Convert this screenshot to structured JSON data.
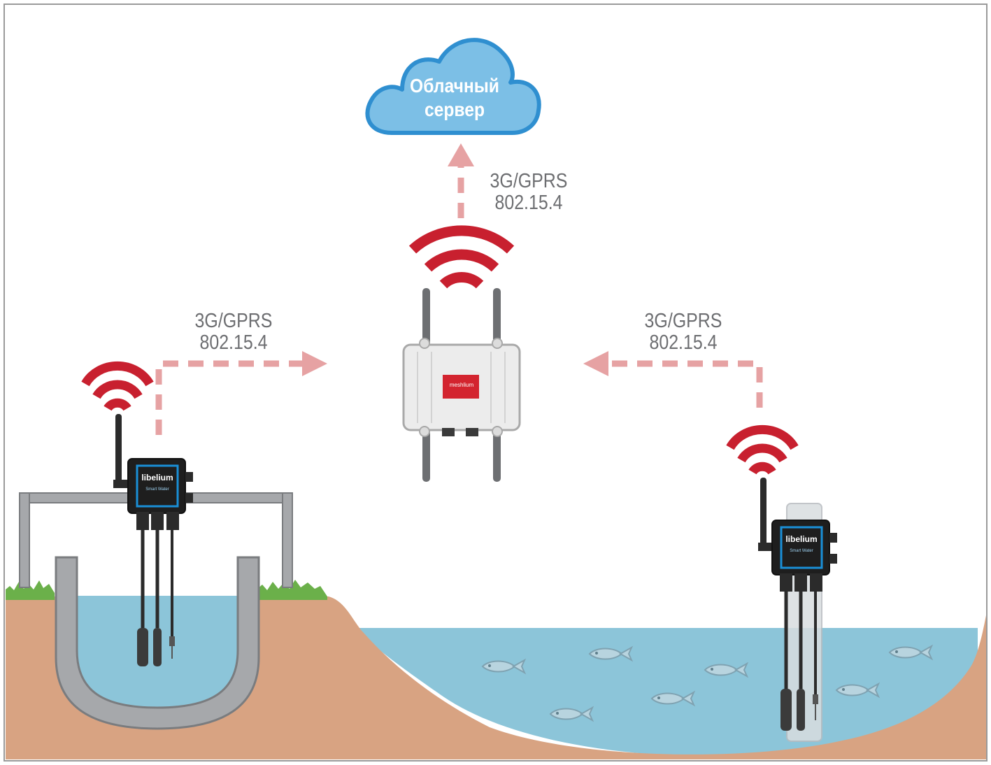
{
  "cloud": {
    "label_line1": "Облачный",
    "label_line2": "сервер",
    "fill": "#7cbfe6",
    "stroke": "#2f8fd0"
  },
  "links": {
    "gateway_to_cloud": {
      "line1": "3G/GPRS",
      "line2": "802.15.4"
    },
    "left_node_to_gateway": {
      "line1": "3G/GPRS",
      "line2": "802.15.4"
    },
    "right_node_to_gateway": {
      "line1": "3G/GPRS",
      "line2": "802.15.4"
    }
  },
  "gateway": {
    "brand": "meshlium"
  },
  "nodes": {
    "left": {
      "brand": "libelium",
      "product": "Smart Water"
    },
    "right": {
      "brand": "libelium",
      "product": "Smart Water"
    }
  },
  "colors": {
    "arrow": "#e6a2a3",
    "wifi": "#c8202f",
    "soil": "#d8a382",
    "water": "#8cc5d9",
    "grass": "#6bb04a",
    "frame": "#9a9a9a",
    "channel": "#a6a8ab",
    "node_frame": "#1a8fd6"
  },
  "icons": [
    "cloud-icon",
    "wifi-signal-icon",
    "gateway-icon",
    "sensor-node-icon",
    "fish-icon",
    "antenna-icon",
    "probe-icon"
  ]
}
